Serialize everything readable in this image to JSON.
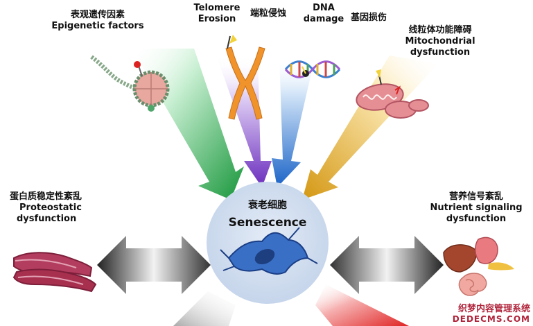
{
  "labels": {
    "epigenetic": {
      "zh": "表观遗传因素",
      "en": "Epigenetic factors"
    },
    "telomere": {
      "en_line1": "Telomere",
      "en_line2": "Erosion",
      "zh": "端粒侵蚀"
    },
    "dna": {
      "en_line1": "DNA",
      "en_line2": "damage",
      "zh": "基因损伤"
    },
    "mito": {
      "zh": "线粒体功能障碍",
      "en_line1": "Mitochondrial",
      "en_line2": "dysfunction"
    },
    "proteo": {
      "zh": "蛋白质稳定性紊乱",
      "en_line1": "Proteostatic",
      "en_line2": "dysfunction"
    },
    "nutrient": {
      "zh": "营养信号紊乱",
      "en_line1": "Nutrient signaling",
      "en_line2": "dysfunction"
    },
    "center": {
      "zh": "衰老细胞",
      "en": "Senescence"
    }
  },
  "watermark": {
    "line1": "织梦内容管理系统",
    "line2": "DEDECMS.COM"
  },
  "colors": {
    "green_arrow": "#22a045",
    "purple_arrow": "#7b3fc4",
    "blue_arrow": "#1f6fd0",
    "yellow_arrow": "#d9a21b",
    "red_arrow": "#e03030",
    "center_circle": "#cfdcee",
    "cell": "#3d73c8",
    "watermark": "#b0233a"
  },
  "icons": [
    "nucleosome-icon",
    "chromosome-icon",
    "dna-helix-icon",
    "mitochondria-icon",
    "protein-aggregate-icon",
    "digestive-organs-icon",
    "senescent-cell-icon"
  ]
}
